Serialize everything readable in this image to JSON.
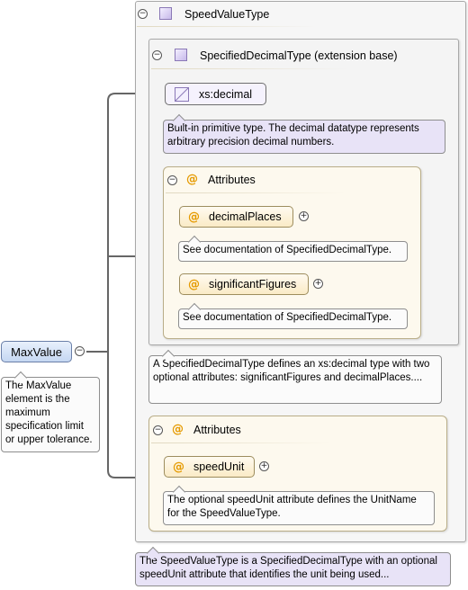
{
  "root": {
    "name": "MaxValue",
    "doc": "The MaxValue element is the maximum specification limit or upper tolerance."
  },
  "complex_type": {
    "name": "SpeedValueType",
    "doc": "The SpeedValueType is a SpecifiedDecimalType with an optional speedUnit attribute that identifies the unit being used..."
  },
  "base_type": {
    "name": "SpecifiedDecimalType (extension base)",
    "doc": "A SpecifiedDecimalType defines an xs:decimal type with two optional attributes: significantFigures and decimalPlaces...."
  },
  "primitive": {
    "name": "xs:decimal",
    "doc": "Built-in primitive type. The decimal datatype represents arbitrary precision decimal numbers."
  },
  "base_attributes": {
    "label": "Attributes",
    "items": [
      {
        "name": "decimalPlaces",
        "doc": "See documentation of SpecifiedDecimalType."
      },
      {
        "name": "significantFigures",
        "doc": "See documentation of SpecifiedDecimalType."
      }
    ]
  },
  "type_attributes": {
    "label": "Attributes",
    "items": [
      {
        "name": "speedUnit",
        "doc": "The optional speedUnit attribute defines the UnitName for the SpeedValueType."
      }
    ]
  },
  "symbols": {
    "collapse": "−",
    "expand": "+",
    "attribute": "@"
  }
}
